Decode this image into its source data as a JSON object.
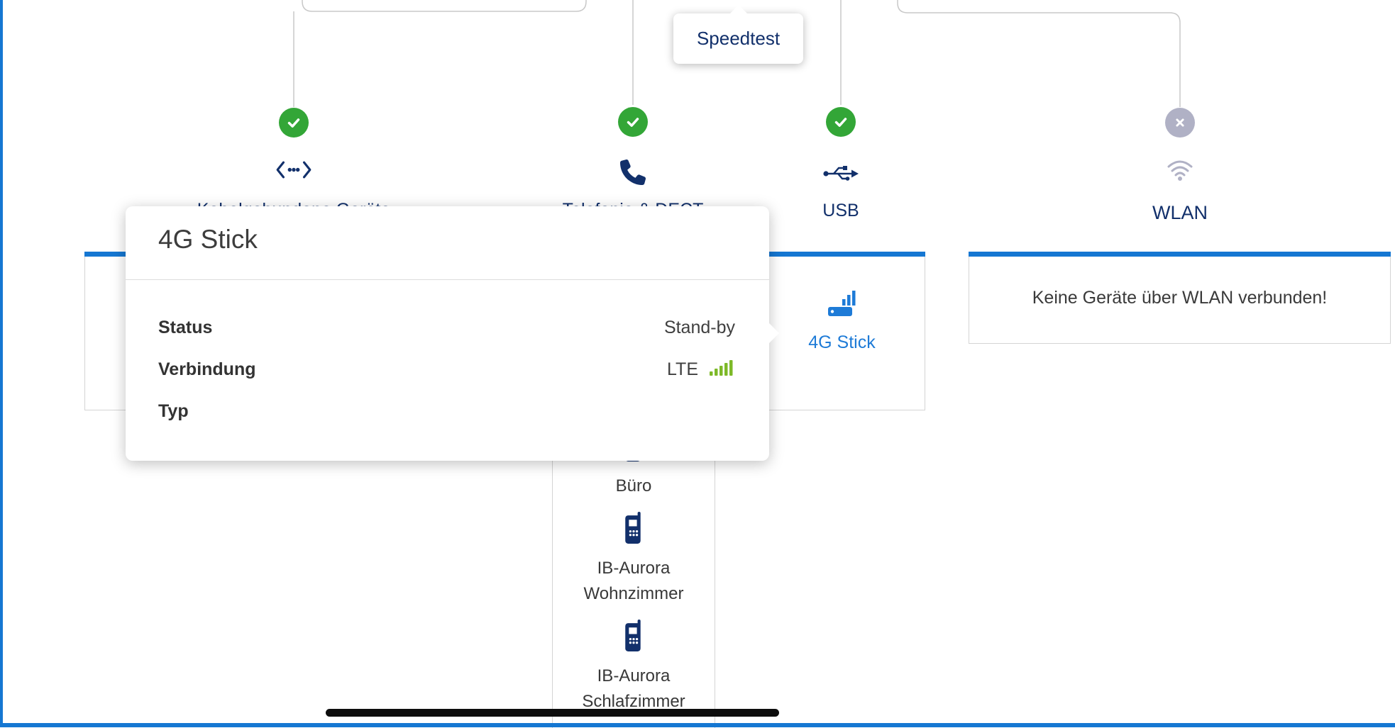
{
  "colors": {
    "accent_blue": "#1577d2",
    "navy": "#12306b",
    "link_blue": "#1e7bd7",
    "status_green": "#33a637",
    "status_gray": "#b0b1c5",
    "signal_green": "#7db928"
  },
  "speedtest": {
    "label": "Speedtest"
  },
  "connections": [
    {
      "label": "Kabelgebundene Geräte",
      "status": "connected"
    },
    {
      "label": "Telefonie & DECT",
      "status": "connected"
    },
    {
      "label": "USB",
      "status": "connected"
    },
    {
      "label": "WLAN",
      "status": "disconnected"
    }
  ],
  "usb_panel": {
    "device_label": "4G Stick"
  },
  "wlan_panel": {
    "message": "Keine Geräte über WLAN verbunden!"
  },
  "phone_panel": {
    "devices": [
      "Büro",
      "IB-Aurora Wohnzimmer",
      "IB-Aurora Schlafzimmer"
    ]
  },
  "popup": {
    "title": "4G Stick",
    "rows": [
      {
        "label": "Status",
        "value": "Stand-by"
      },
      {
        "label": "Verbindung",
        "value": "LTE"
      },
      {
        "label": "Typ",
        "value": ""
      }
    ]
  }
}
